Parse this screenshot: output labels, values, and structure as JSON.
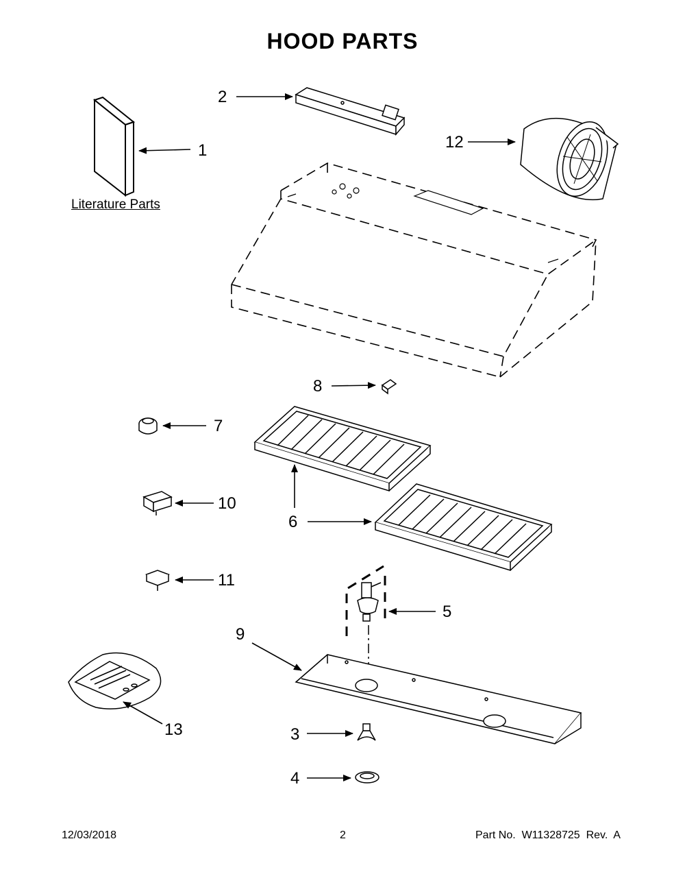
{
  "title": "HOOD PARTS",
  "literature_label": "Literature Parts",
  "callouts": {
    "p1": "1",
    "p2": "2",
    "p3": "3",
    "p4": "4",
    "p5": "5",
    "p6": "6",
    "p7": "7",
    "p8": "8",
    "p9": "9",
    "p10": "10",
    "p11": "11",
    "p12": "12",
    "p13": "13"
  },
  "footer": {
    "date": "12/03/2018",
    "page": "2",
    "part_no": "Part No.  W11328725  Rev.  A"
  }
}
